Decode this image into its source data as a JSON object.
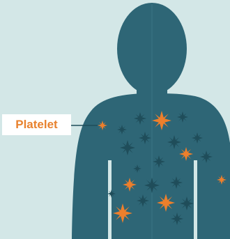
{
  "label": {
    "text": "Platelet"
  },
  "colors": {
    "background": "#d3e7e7",
    "body": "#2e6676",
    "platelet": "#ed7f2c",
    "cell_dark": "#1f4d5a",
    "label_text": "#e8822e"
  },
  "icons": {
    "platelet": "eight-point-star",
    "blood_cell": "eight-point-star-dark"
  }
}
